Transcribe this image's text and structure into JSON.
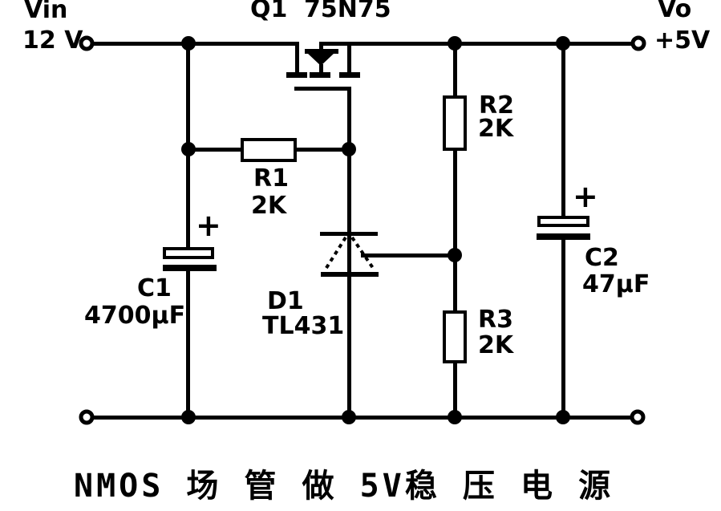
{
  "terminals": {
    "input": {
      "name": "Vin",
      "value": "12 V"
    },
    "output": {
      "name": "Vo",
      "value": "+5V"
    }
  },
  "components": {
    "q1": {
      "ref": "Q1",
      "part": "75N75"
    },
    "r1": {
      "ref": "R1",
      "value": "2K"
    },
    "r2": {
      "ref": "R2",
      "value": "2K"
    },
    "r3": {
      "ref": "R3",
      "value": "2K"
    },
    "c1": {
      "ref": "C1",
      "value": "4700µF",
      "polarity_mark": "+"
    },
    "c2": {
      "ref": "C2",
      "value": "47µF",
      "polarity_mark": "+"
    },
    "d1": {
      "ref": "D1",
      "part": "TL431"
    }
  },
  "caption": "NMOS 场 管 做 5V稳 压 电 源",
  "colors": {
    "line": "#000000",
    "background": "#ffffff"
  }
}
